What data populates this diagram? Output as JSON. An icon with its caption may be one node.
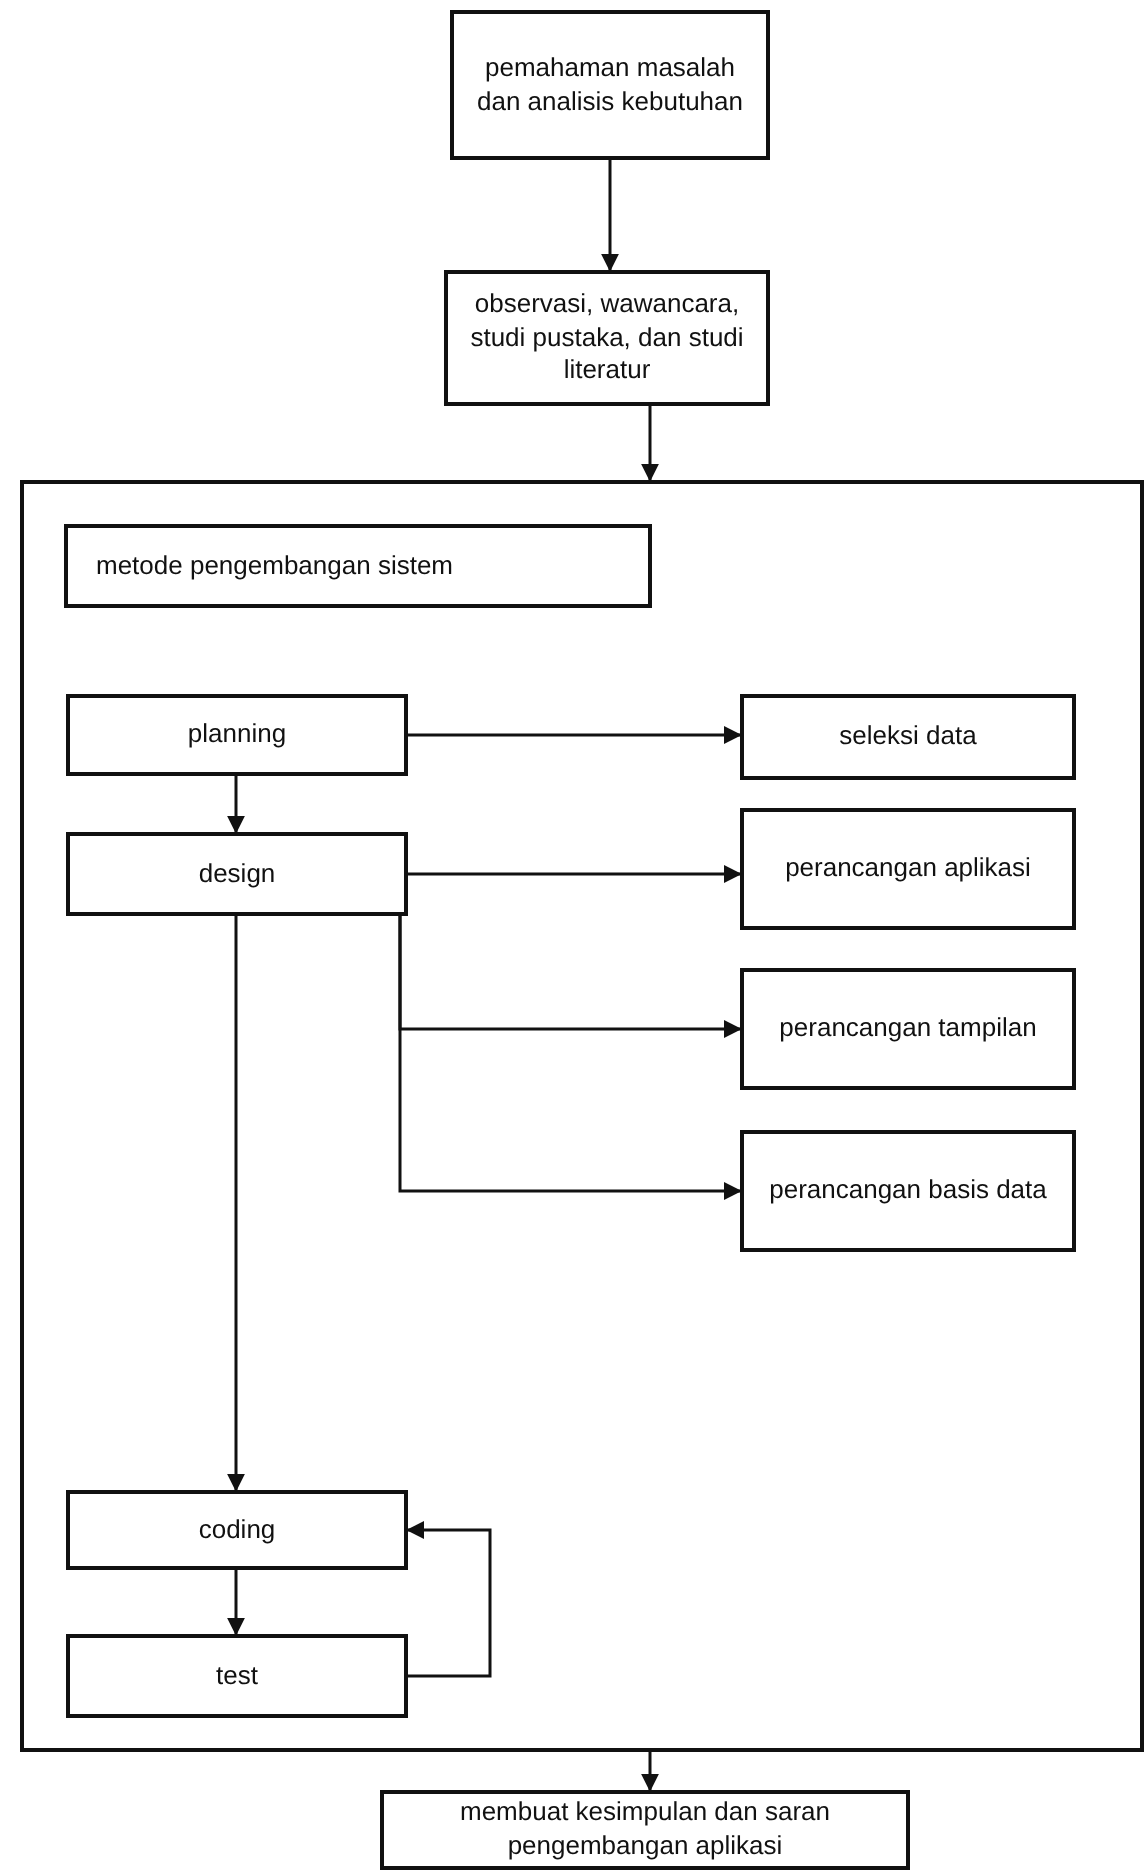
{
  "diagram": {
    "nodes": [
      {
        "text": [
          "pemahaman masalah dan analisis kebutuhan"
        ]
      },
      {
        "text": [
          "observasi, wawancara, studi pustaka, dan studi literatur"
        ]
      },
      {
        "text": [],
        "shape": "box"
      },
      {
        "text": [
          "metode pengembangan sistem"
        ],
        "in": 2
      },
      {
        "text": [
          "planning"
        ],
        "in": 2
      },
      {
        "text": [
          "seleksi data"
        ],
        "in": 2
      },
      {
        "text": [
          "design"
        ],
        "in": 2
      },
      {
        "text": [
          "perancangan aplikasi"
        ],
        "in": 2
      },
      {
        "text": [
          "perancangan tampilan"
        ],
        "in": 2
      },
      {
        "text": [
          "perancangan basis data"
        ],
        "in": 2
      },
      {
        "text": [
          "coding"
        ],
        "in": 2
      },
      {
        "text": [
          "test"
        ],
        "in": 2
      },
      {
        "text": [
          "membuat kesimpulan dan saran pengembangan aplikasi"
        ]
      }
    ],
    "edges": [
      {
        "from": 0,
        "to": 1,
        "arrow": "to"
      },
      {
        "from": 1,
        "to": 2,
        "arrow": "to"
      },
      {
        "from": 4,
        "to": 5,
        "arrow": "to"
      },
      {
        "from": 4,
        "to": 6,
        "arrow": "to"
      },
      {
        "from": 6,
        "to": 7,
        "arrow": "to"
      },
      {
        "from": 6,
        "to": 8,
        "arrow": "to"
      },
      {
        "from": 6,
        "to": 9,
        "arrow": "to"
      },
      {
        "from": 6,
        "to": 10,
        "arrow": "to"
      },
      {
        "from": 10,
        "to": 11,
        "arrow": "to"
      },
      {
        "from": 11,
        "to": 10,
        "arrow": "to"
      },
      {
        "from": 2,
        "to": 12,
        "arrow": "to"
      }
    ]
  }
}
